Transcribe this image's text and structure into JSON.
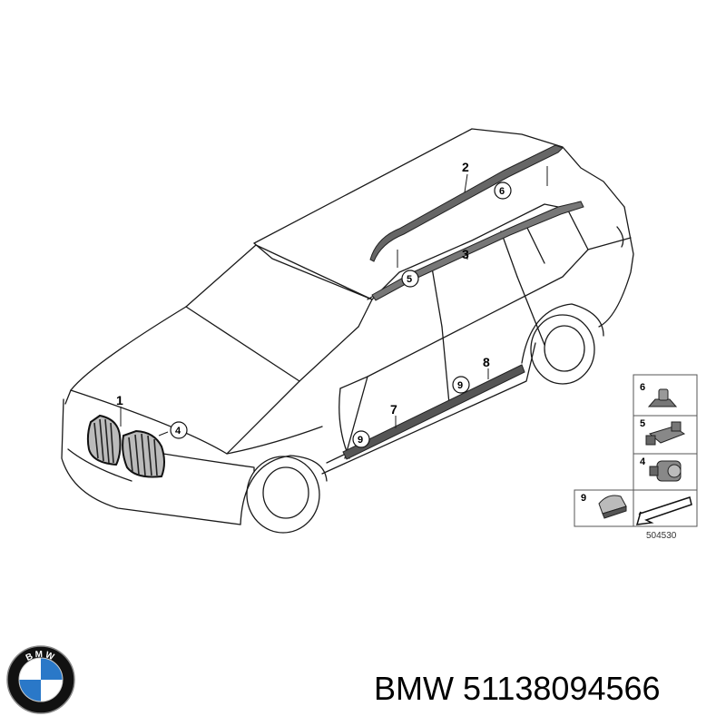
{
  "callouts": {
    "c1": "1",
    "c2": "2",
    "c3": "3",
    "c4": "4",
    "c5": "5",
    "c6": "6",
    "c7": "7",
    "c8": "8",
    "c9a": "9",
    "c9b": "9"
  },
  "legend": {
    "item6": "6",
    "item5": "5",
    "item4": "4",
    "item9": "9",
    "diagram_number": "504530"
  },
  "caption": {
    "brand": "BMW",
    "part_number": "51138094566"
  },
  "logo": {
    "text": "BMW",
    "colors": {
      "blue": "#2a78c8",
      "white": "#ffffff",
      "ring": "#111111"
    }
  }
}
